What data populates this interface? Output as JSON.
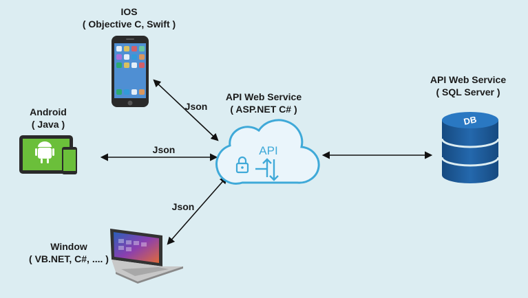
{
  "diagram": {
    "ios": {
      "title": "IOS",
      "subtitle": "( Objective C, Swift )"
    },
    "android": {
      "title": "Android",
      "subtitle": "( Java )"
    },
    "window": {
      "title": "Window",
      "subtitle": "( VB.NET, C#, .... )"
    },
    "api_service": {
      "title": "API Web Service",
      "subtitle": "( ASP.NET C# )",
      "cloud_text": "API"
    },
    "db_service": {
      "title": "API Web Service",
      "subtitle": "( SQL Server )",
      "db_text": "DB"
    },
    "edges": {
      "ios_label": "Json",
      "android_label": "Json",
      "window_label": "Json"
    },
    "colors": {
      "background": "#dcedf2",
      "cloud": "#3fa9d8",
      "db": "#1f5f9e",
      "arrow": "#111111"
    }
  }
}
